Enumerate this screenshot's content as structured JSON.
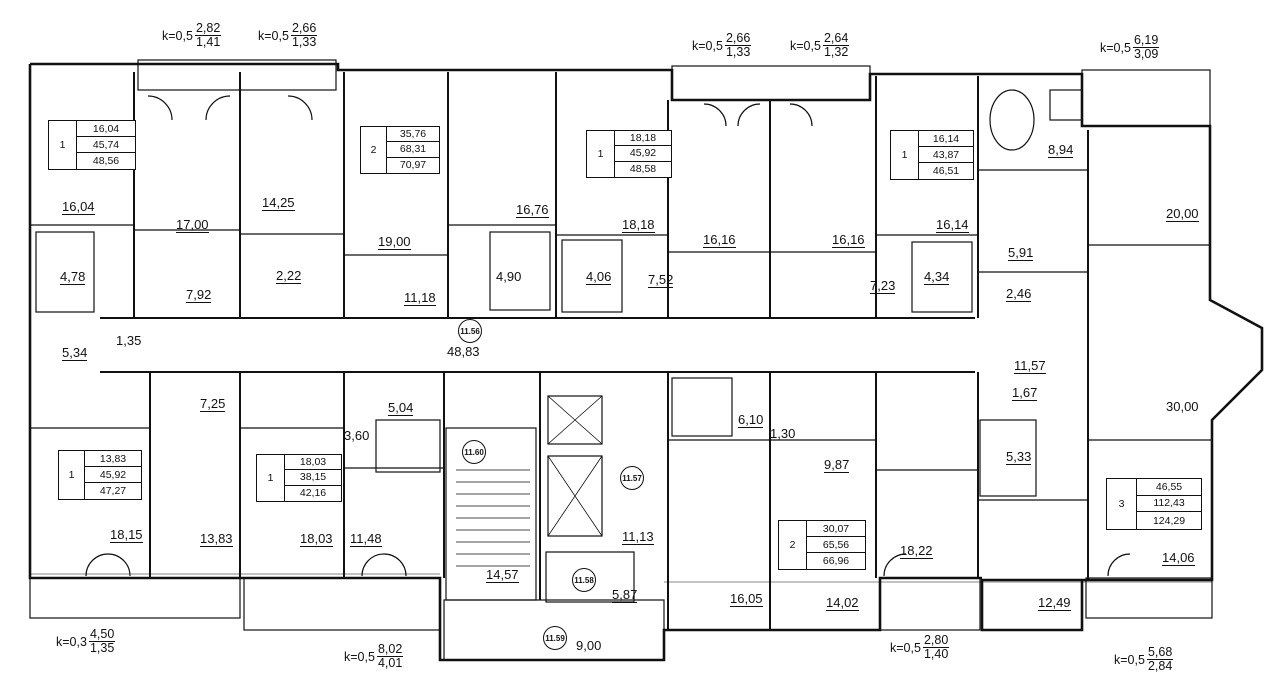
{
  "room_areas": [
    "16,04",
    "17,00",
    "14,25",
    "19,00",
    "16,76",
    "18,18",
    "16,16",
    "16,16",
    "16,14",
    "8,94",
    "20,00",
    "4,78",
    "7,92",
    "2,22",
    "11,18",
    "4,90",
    "4,06",
    "7,52",
    "7,23",
    "4,34",
    "5,91",
    "2,46",
    "5,34",
    "1,35",
    "48,83",
    "11,57",
    "1,67",
    "30,00",
    "7,25",
    "5,04",
    "3,60",
    "6,10",
    "1,30",
    "9,87",
    "5,33",
    "18,15",
    "13,83",
    "18,03",
    "11,48",
    "11,13",
    "14,57",
    "5,87",
    "9,00",
    "16,05",
    "14,02",
    "18,22",
    "12,49",
    "14,06"
  ],
  "coefficients": [
    {
      "k": "k=0,5",
      "num": "2,82",
      "den": "1,41"
    },
    {
      "k": "k=0,5",
      "num": "2,66",
      "den": "1,33"
    },
    {
      "k": "k=0,5",
      "num": "2,66",
      "den": "1,33"
    },
    {
      "k": "k=0,5",
      "num": "2,64",
      "den": "1,32"
    },
    {
      "k": "k=0,5",
      "num": "6,19",
      "den": "3,09"
    },
    {
      "k": "k=0,3",
      "num": "4,50",
      "den": "1,35"
    },
    {
      "k": "k=0,5",
      "num": "8,02",
      "den": "4,01"
    },
    {
      "k": "k=0,5",
      "num": "2,80",
      "den": "1,40"
    },
    {
      "k": "k=0,5",
      "num": "5,68",
      "den": "2,84"
    }
  ],
  "apartments": [
    {
      "rooms": "1",
      "living": "16,04",
      "total": "45,74",
      "total_k": "48,56"
    },
    {
      "rooms": "2",
      "living": "35,76",
      "total": "68,31",
      "total_k": "70,97"
    },
    {
      "rooms": "1",
      "living": "18,18",
      "total": "45,92",
      "total_k": "48,58"
    },
    {
      "rooms": "1",
      "living": "16,14",
      "total": "43,87",
      "total_k": "46,51"
    },
    {
      "rooms": "1",
      "living": "13,83",
      "total": "45,92",
      "total_k": "47,27"
    },
    {
      "rooms": "1",
      "living": "18,03",
      "total": "38,15",
      "total_k": "42,16"
    },
    {
      "rooms": "2",
      "living": "30,07",
      "total": "65,56",
      "total_k": "66,96"
    },
    {
      "rooms": "3",
      "living": "46,55",
      "total": "112,43",
      "total_k": "124,29"
    }
  ],
  "markers": [
    "11.56",
    "11.60",
    "11.57",
    "11.58",
    "11.59"
  ]
}
